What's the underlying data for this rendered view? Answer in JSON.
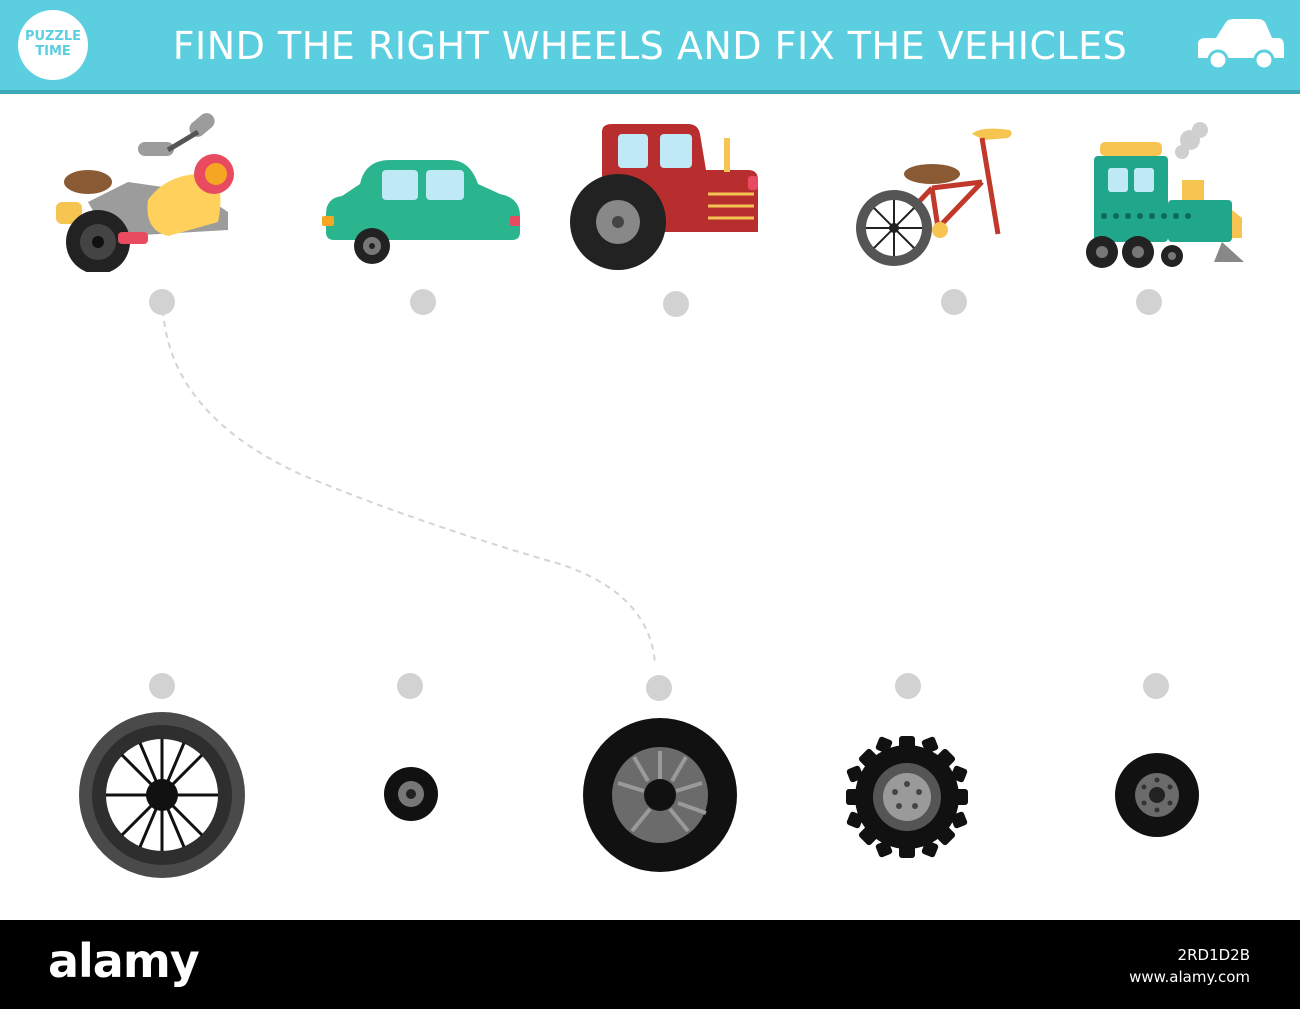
{
  "header": {
    "badge_line1": "PUZZLE",
    "badge_line2": "TIME",
    "title": "FIND THE RIGHT WHEELS AND FIX THE VEHICLES",
    "bg_color": "#5bcfdf",
    "icon": "car-icon"
  },
  "vehicles": [
    {
      "name": "motorcycle",
      "icon": "motorcycle-icon",
      "color": "#ffd15c"
    },
    {
      "name": "car",
      "icon": "car-icon",
      "color": "#2bb58e"
    },
    {
      "name": "tractor",
      "icon": "tractor-icon",
      "color": "#b82e2e"
    },
    {
      "name": "bicycle",
      "icon": "bicycle-icon",
      "color": "#c0392b"
    },
    {
      "name": "train",
      "icon": "train-icon",
      "color": "#20a68a"
    }
  ],
  "wheels": [
    {
      "name": "spoked-wheel",
      "icon": "wheel-icon"
    },
    {
      "name": "small-wheel",
      "icon": "wheel-icon"
    },
    {
      "name": "large-wheel",
      "icon": "wheel-icon"
    },
    {
      "name": "tractor-wheel",
      "icon": "wheel-icon"
    },
    {
      "name": "train-wheel",
      "icon": "wheel-icon"
    }
  ],
  "footer": {
    "logo": "alamy",
    "image_id": "2RD1D2B",
    "site": "www.alamy.com"
  }
}
